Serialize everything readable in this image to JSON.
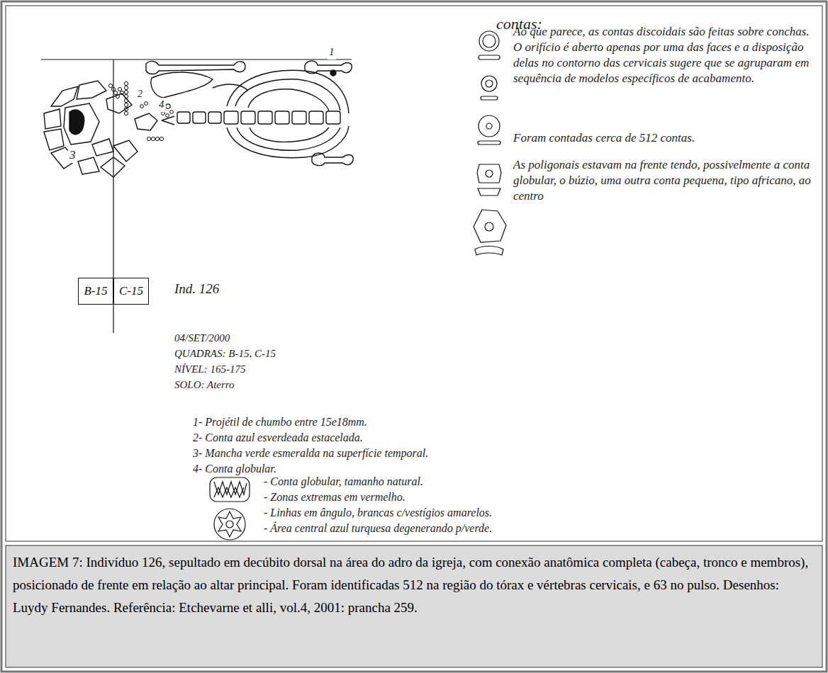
{
  "diagram": {
    "caption": "IMAGEM 7: Indivíduo 126, sepultado em decúbito dorsal na área do adro da igreja, com conexão anatômica completa (cabeça, tronco e membros), posicionado de frente em relação ao altar principal. Foram identificadas 512 na região do tórax e vértebras cervicais, e 63 no pulso. Desenhos: Luydy Fernandes. Referência: Etchevarne et alli, vol.4, 2001: prancha 259.",
    "nodes": [
      {
        "text": [
          "B-15"
        ]
      },
      {
        "text": [
          "C-15"
        ]
      }
    ],
    "labels": [
      "contas:",
      "Ao que parece, as contas discoidais são feitas sobre conchas. O orifício é aberto apenas por uma das faces e a disposição delas no contorno das cervicais sugere que se agruparam em sequência de modelos específicos de acabamento.",
      "Foram contadas cerca de 512 contas.",
      "As poligonais estavam na frente tendo, possivelmente a conta globular, o búzio, uma outra conta pequena, tipo africano, ao centro",
      "1",
      "2",
      "3",
      "4",
      "Ind. 126",
      "04/SET/2000",
      "QUADRAS: B-15, C-15",
      "NÍVEL: 165-175",
      "SOLO: Aterro",
      "1- Projétil de chumbo entre 15e18mm.",
      "2- Conta azul esverdeada estacelada.",
      "3- Mancha verde esmeralda na superfície temporal.",
      "4- Conta globular.",
      "- Conta globular, tamanho natural.",
      "- Zonas extremas em vermelho.",
      "- Linhas em ângulo, brancas c/vestígios amarelos.",
      "- Área central azul turquesa degenerando p/verde."
    ]
  }
}
